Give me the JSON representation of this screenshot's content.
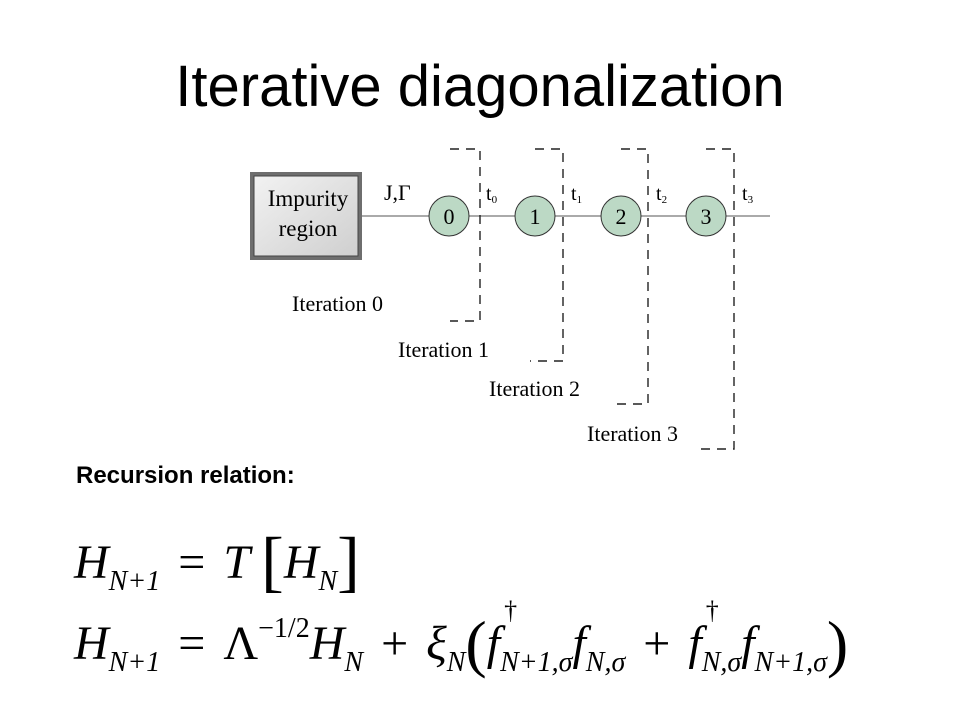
{
  "title": "Iterative diagonalization",
  "diagram": {
    "impurity_lines": [
      "Impurity",
      "region"
    ],
    "coupling_label": "J,Γ",
    "sites": [
      "0",
      "1",
      "2",
      "3"
    ],
    "hoppings": [
      {
        "base": "t",
        "sub": "0"
      },
      {
        "base": "t",
        "sub": "1"
      },
      {
        "base": "t",
        "sub": "2"
      },
      {
        "base": "t",
        "sub": "3"
      }
    ],
    "iterations": [
      "Iteration 0",
      "Iteration 1",
      "Iteration 2",
      "Iteration 3"
    ]
  },
  "recursion_label": "Recursion relation:",
  "equations": {
    "eq1": {
      "lhs": "H",
      "lhs_sub": "N+1",
      "eq": "=",
      "op": "T",
      "lbr": "[",
      "arg": "H",
      "arg_sub": "N",
      "rbr": "]"
    },
    "eq2": {
      "lhs": "H",
      "lhs_sub": "N+1",
      "eq": "=",
      "lambda": "Λ",
      "lambda_sup": "−1/2",
      "h": "H",
      "h_sub": "N",
      "plus1": "+",
      "xi": "ξ",
      "xi_sub": "N",
      "lp": "(",
      "f1": "f",
      "f1_sup": "†",
      "f1_sub": "N+1,σ",
      "f2": "f",
      "f2_sub": "N,σ",
      "plus2": "+",
      "f3": "f",
      "f3_sup": "†",
      "f3_sub": "N,σ",
      "f4": "f",
      "f4_sub": "N+1,σ",
      "rp": ")"
    }
  }
}
